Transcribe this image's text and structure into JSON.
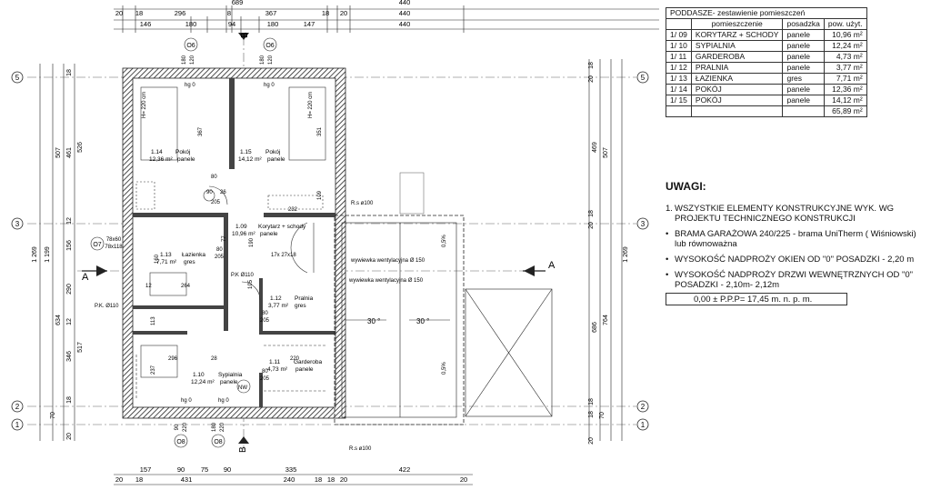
{
  "table": {
    "caption": "PODDASZE- zestawienie pomieszczeń",
    "headers": [
      "",
      "pomieszczenie",
      "posadzka",
      "pow. użyt."
    ],
    "rows": [
      [
        "1/ 09",
        "KORYTARZ + SCHODY",
        "panele",
        "10,96 m²"
      ],
      [
        "1/ 10",
        "SYPIALNIA",
        "panele",
        "12,24 m²"
      ],
      [
        "1/ 11",
        "GARDEROBA",
        "panele",
        "4,73 m²"
      ],
      [
        "1/ 12",
        "PRALNIA",
        "panele",
        "3,77 m²"
      ],
      [
        "1/ 13",
        "ŁAZIENKA",
        "gres",
        "7,71 m²"
      ],
      [
        "1/ 14",
        "POKÓJ",
        "panele",
        "12,36 m²"
      ],
      [
        "1/ 15",
        "POKÓJ",
        "panele",
        "14,12 m²"
      ]
    ],
    "total": "65,89 m²"
  },
  "notes": {
    "title": "UWAGI:",
    "items": [
      {
        "mark": "1.",
        "text": "WSZYSTKIE ELEMENTY KONSTRUKCYJNE  WYK. WG PROJEKTU TECHNICZNEGO KONSTRUKCJI"
      },
      {
        "mark": "•",
        "text": "BRAMA GARAŻOWA 240/225 - brama UniTherm ( Wiśniowski) lub równoważna"
      },
      {
        "mark": "•",
        "text": "WYSOKOŚĆ NADPROŻY OKIEN OD \"0\" POSADZKI - 2,20 m"
      },
      {
        "mark": "•",
        "text": "WYSOKOŚĆ NADPROŻY DRZWI WEWNĘTRZNYCH OD \"0\" POSADZKI - 2,10m- 2,12m"
      }
    ],
    "level": "0,00 ± P.P.P= 17,45 m. n. p. m."
  },
  "plan": {
    "top_dims_1": [
      "20",
      "18",
      "296",
      "8",
      "367",
      "18",
      "20",
      "440"
    ],
    "top_total": "689",
    "top_total_2": "440",
    "top_dims_2": [
      "146",
      "180",
      "94",
      "180",
      "147",
      "440"
    ],
    "bottom_dims_1": [
      "157",
      "90",
      "75",
      "90",
      "335",
      "422"
    ],
    "bottom_dims_2": [
      "20",
      "18",
      "431",
      "240",
      "18",
      "18",
      "20"
    ],
    "bottom_dims_3": [
      "20"
    ],
    "left_dims_outer": [
      "1 269"
    ],
    "left_dims_mid": [
      "1 199"
    ],
    "left_dims_a": [
      "507",
      "634"
    ],
    "left_dims_b": [
      "18",
      "461",
      "12",
      "156",
      "290",
      "12",
      "346",
      "18",
      "70",
      "20"
    ],
    "left_dims_c": [
      "526",
      "517"
    ],
    "right_dims_outer": [
      "1 269"
    ],
    "right_dims_a": [
      "469",
      "686",
      "507",
      "764"
    ],
    "right_dims_b": [
      "18",
      "20",
      "18",
      "20",
      "18",
      "20",
      "70",
      "18"
    ],
    "axes": [
      "5",
      "3",
      "2",
      "1"
    ],
    "section_marks": [
      "A",
      "A",
      "B",
      "B"
    ],
    "windows": [
      "O6",
      "O6",
      "O8",
      "O8",
      "O7"
    ],
    "window_dims": [
      "180",
      "120",
      "180",
      "120",
      "90",
      "220",
      "180",
      "220",
      "78x60",
      "78x118"
    ],
    "rooms": [
      {
        "num": "1.14",
        "name": "Pokój",
        "area": "12,36 m²",
        "floor": "panele"
      },
      {
        "num": "1.15",
        "name": "Pokój",
        "area": "14,12 m²",
        "floor": "panele"
      },
      {
        "num": "1.09",
        "name": "Korytarz + schody",
        "area": "10,96 m²",
        "floor": "panele"
      },
      {
        "num": "1.13",
        "name": "Łazienka",
        "area": "7,71 m²",
        "floor": "gres"
      },
      {
        "num": "1.12",
        "name": "Pralnia",
        "area": "3,77 m²",
        "floor": "gres"
      },
      {
        "num": "1.11",
        "name": "Garderoba",
        "area": "4,73 m²",
        "floor": "panele"
      },
      {
        "num": "1.10",
        "name": "Sypialnia",
        "area": "12,24 m²",
        "floor": "panele"
      }
    ],
    "labels": {
      "hgi": "hg 0",
      "h220": "H= 220 cm",
      "stairs": "17x 27x18",
      "vent1": "wywiewka wentylacyjna  Ø 150",
      "vent2": "wywiewka wentylacyjna  Ø 150",
      "pk1": "P.K Ø110",
      "pk2": "P.K. Ø110",
      "rs1": "R.s ø100",
      "rs2": "R.s ø100",
      "nw": "NW",
      "slope": "30 °",
      "pct": "0,5%",
      "door": "80",
      "door2": "205",
      "d296": "296",
      "d264": "264",
      "d232": "232",
      "d220": "220",
      "d367": "367",
      "d351": "351",
      "d109": "109",
      "d113": "113",
      "d237": "237",
      "d105": "105",
      "d90": "90",
      "d26": "26",
      "d12": "12",
      "d28": "28",
      "d77": "77",
      "d190": "190",
      "d160": "160"
    }
  }
}
